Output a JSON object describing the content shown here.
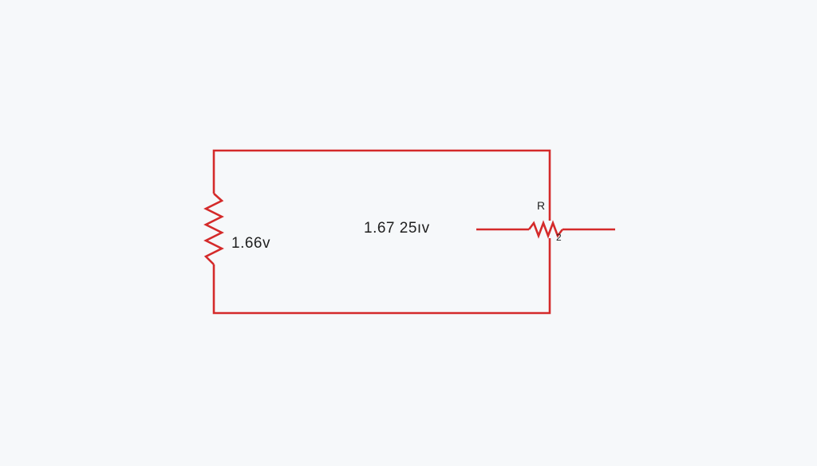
{
  "diagram": {
    "wire_color": "#d42a2a",
    "background": "#f6f8fa",
    "left_resistor": {
      "label": "1.66v",
      "icon": "resistor-zigzag-icon"
    },
    "center_label": "1.67 25ıv",
    "right_resistor": {
      "label": "R",
      "subscript": "2",
      "icon": "resistor-zigzag-icon"
    }
  }
}
